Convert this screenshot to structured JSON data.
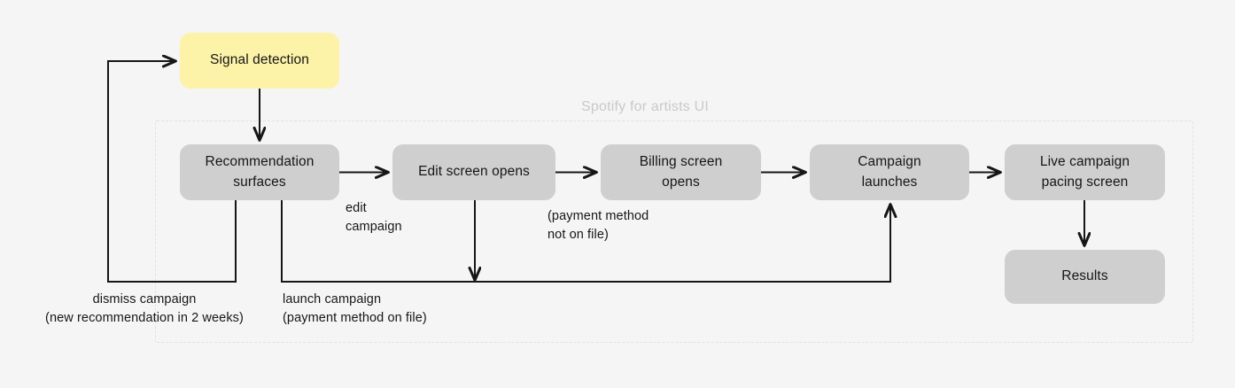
{
  "diagram": {
    "title_label": "Spotify for artists UI",
    "background_color": "#f5f5f5",
    "node_fill_gray": "#cfcfcf",
    "node_fill_yellow": "#fcf2a8",
    "edge_color": "#161616",
    "group_border_color": "#e2e2e2",
    "nodes": [
      {
        "id": "signal-detection",
        "label": "Signal detection",
        "style": "yellow"
      },
      {
        "id": "recommendation-surfaces",
        "label": "Recommendation\nsurfaces",
        "style": "gray"
      },
      {
        "id": "edit-screen-opens",
        "label": "Edit screen opens",
        "style": "gray"
      },
      {
        "id": "billing-screen-opens",
        "label": "Billing screen\nopens",
        "style": "gray"
      },
      {
        "id": "campaign-launches",
        "label": "Campaign\nlaunches",
        "style": "gray"
      },
      {
        "id": "live-campaign-pacing-screen",
        "label": "Live campaign\npacing screen",
        "style": "gray"
      },
      {
        "id": "results",
        "label": "Results",
        "style": "gray"
      }
    ],
    "edge_labels": [
      {
        "id": "edit-campaign",
        "text": "edit\ncampaign"
      },
      {
        "id": "payment-method-not-on-file",
        "text": "(payment method\nnot on file)"
      },
      {
        "id": "dismiss-campaign",
        "text": "dismiss campaign\n(new recommendation in 2 weeks)"
      },
      {
        "id": "launch-campaign",
        "text": "launch campaign\n(payment method on file)"
      }
    ]
  }
}
